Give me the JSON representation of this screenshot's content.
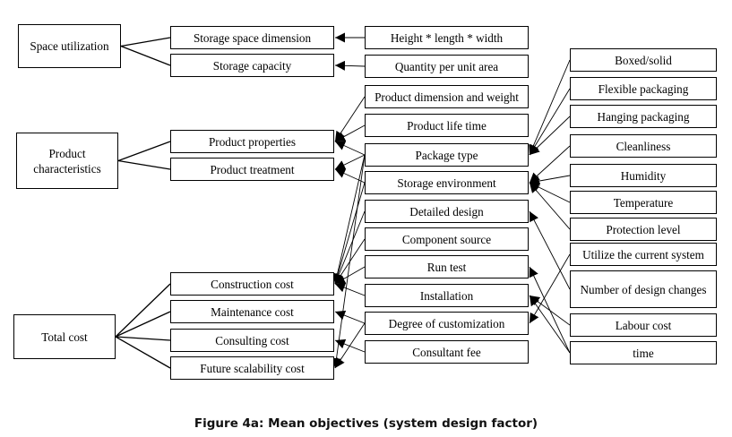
{
  "diagram": {
    "roots": [
      {
        "id": "space",
        "label": "Space utilization"
      },
      {
        "id": "prodchar",
        "label": "Product\ncharacteristics"
      },
      {
        "id": "total",
        "label": "Total cost"
      }
    ],
    "objectives": [
      {
        "id": "ssd",
        "label": "Storage space dimension"
      },
      {
        "id": "sc",
        "label": "Storage capacity"
      },
      {
        "id": "pp",
        "label": "Product properties"
      },
      {
        "id": "pt",
        "label": "Product treatment"
      },
      {
        "id": "cc",
        "label": "Construction cost"
      },
      {
        "id": "mc",
        "label": "Maintenance cost"
      },
      {
        "id": "csc",
        "label": "Consulting cost"
      },
      {
        "id": "fsc",
        "label": "Future scalability cost"
      }
    ],
    "factors": [
      {
        "id": "hlw",
        "label": "Height * length * width"
      },
      {
        "id": "qpa",
        "label": "Quantity per unit area"
      },
      {
        "id": "pdw",
        "label": "Product dimension and weight"
      },
      {
        "id": "plt",
        "label": "Product life time"
      },
      {
        "id": "pkt",
        "label": "Package type"
      },
      {
        "id": "se",
        "label": "Storage environment"
      },
      {
        "id": "dd",
        "label": "Detailed design"
      },
      {
        "id": "cs",
        "label": "Component source"
      },
      {
        "id": "rt",
        "label": "Run test"
      },
      {
        "id": "ins",
        "label": "Installation"
      },
      {
        "id": "doc",
        "label": "Degree of customization"
      },
      {
        "id": "cf",
        "label": "Consultant fee"
      }
    ],
    "subfactors": [
      {
        "id": "bs",
        "label": "Boxed/solid"
      },
      {
        "id": "fp",
        "label": "Flexible packaging"
      },
      {
        "id": "hp",
        "label": "Hanging packaging"
      },
      {
        "id": "cl",
        "label": "Cleanliness"
      },
      {
        "id": "hu",
        "label": "Humidity"
      },
      {
        "id": "te",
        "label": "Temperature"
      },
      {
        "id": "pl",
        "label": "Protection level"
      },
      {
        "id": "ucs",
        "label": "Utilize the current system"
      },
      {
        "id": "ndc",
        "label": "Number of design changes"
      },
      {
        "id": "lc",
        "label": "Labour cost"
      },
      {
        "id": "tm",
        "label": "time"
      }
    ],
    "root_links": [
      [
        "space",
        "ssd"
      ],
      [
        "space",
        "sc"
      ],
      [
        "prodchar",
        "pp"
      ],
      [
        "prodchar",
        "pt"
      ],
      [
        "total",
        "cc"
      ],
      [
        "total",
        "mc"
      ],
      [
        "total",
        "csc"
      ],
      [
        "total",
        "fsc"
      ]
    ],
    "arrows": [
      {
        "from": "hlw",
        "to": "ssd"
      },
      {
        "from": "qpa",
        "to": "sc"
      },
      {
        "from": "pdw",
        "to": "pp"
      },
      {
        "from": "plt",
        "to": "pp"
      },
      {
        "from": "pkt",
        "to": "pp"
      },
      {
        "from": "pkt",
        "to": "pt"
      },
      {
        "from": "se",
        "to": "pt"
      },
      {
        "from": "pkt",
        "to": "cc"
      },
      {
        "from": "se",
        "to": "cc"
      },
      {
        "from": "dd",
        "to": "cc"
      },
      {
        "from": "cs",
        "to": "cc"
      },
      {
        "from": "rt",
        "to": "cc"
      },
      {
        "from": "ins",
        "to": "cc"
      },
      {
        "from": "doc",
        "to": "mc"
      },
      {
        "from": "cf",
        "to": "csc"
      },
      {
        "from": "pkt",
        "to": "fsc"
      },
      {
        "from": "doc",
        "to": "fsc"
      },
      {
        "from": "bs",
        "to": "pkt"
      },
      {
        "from": "fp",
        "to": "pkt"
      },
      {
        "from": "hp",
        "to": "pkt"
      },
      {
        "from": "cl",
        "to": "se"
      },
      {
        "from": "hu",
        "to": "se"
      },
      {
        "from": "te",
        "to": "se"
      },
      {
        "from": "pl",
        "to": "se"
      },
      {
        "from": "ndc",
        "to": "dd"
      },
      {
        "from": "ucs",
        "to": "doc"
      },
      {
        "from": "lc",
        "to": "ins"
      },
      {
        "from": "tm",
        "to": "ins"
      },
      {
        "from": "tm",
        "to": "rt"
      }
    ]
  },
  "caption": "Figure 4a: Mean objectives (system design factor)"
}
